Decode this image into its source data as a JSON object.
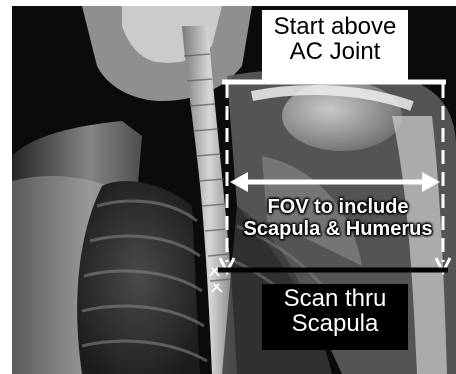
{
  "image": {
    "subject": "chest-shoulder-radiograph",
    "colors": {
      "background": "#0b0b0b",
      "bone": "#e6e6e6",
      "annotation_white": "#ffffff",
      "annotation_black": "#000000"
    }
  },
  "labels": {
    "top_line1": "Start above",
    "top_line2": "AC Joint",
    "fov_line1": "FOV to include",
    "fov_line2": "Scapula & Humerus",
    "bottom_line1": "Scan thru",
    "bottom_line2": "Scapula"
  }
}
